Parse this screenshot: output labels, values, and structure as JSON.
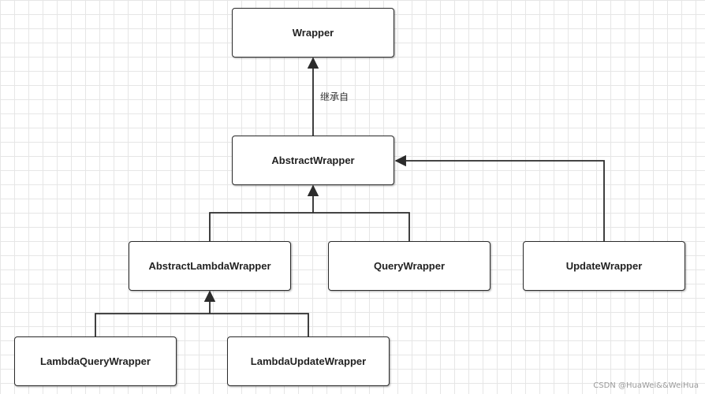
{
  "nodes": {
    "wrapper": "Wrapper",
    "abstract_wrapper": "AbstractWrapper",
    "abstract_lambda_wrapper": "AbstractLambdaWrapper",
    "query_wrapper": "QueryWrapper",
    "update_wrapper": "UpdateWrapper",
    "lambda_query_wrapper": "LambdaQueryWrapper",
    "lambda_update_wrapper": "LambdaUpdateWrapper"
  },
  "edges": [
    {
      "from": "abstract_wrapper",
      "to": "wrapper",
      "label": "继承自"
    },
    {
      "from": "abstract_lambda_wrapper",
      "to": "abstract_wrapper"
    },
    {
      "from": "query_wrapper",
      "to": "abstract_wrapper"
    },
    {
      "from": "update_wrapper",
      "to": "abstract_wrapper"
    },
    {
      "from": "lambda_query_wrapper",
      "to": "abstract_lambda_wrapper"
    },
    {
      "from": "lambda_update_wrapper",
      "to": "abstract_lambda_wrapper"
    }
  ],
  "colors": {
    "line": "#2b2b2b",
    "grid": "#e6e6e6"
  },
  "watermark": "CSDN @HuaWei&&WeiHua"
}
